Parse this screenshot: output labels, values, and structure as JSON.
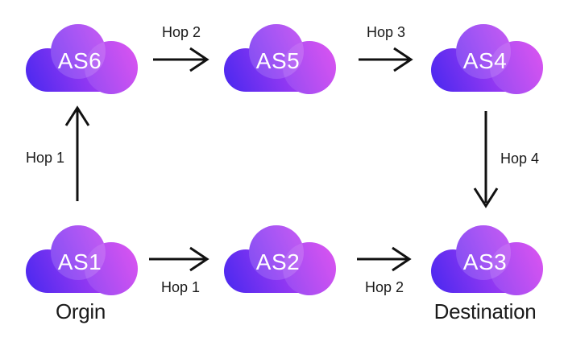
{
  "diagram": {
    "type": "network-hop-diagram",
    "nodes": [
      {
        "id": "AS6",
        "label": "AS6",
        "position": "top-left"
      },
      {
        "id": "AS5",
        "label": "AS5",
        "position": "top-center"
      },
      {
        "id": "AS4",
        "label": "AS4",
        "position": "top-right"
      },
      {
        "id": "AS1",
        "label": "AS1",
        "position": "bottom-left",
        "caption": "Orgin"
      },
      {
        "id": "AS2",
        "label": "AS2",
        "position": "bottom-center"
      },
      {
        "id": "AS3",
        "label": "AS3",
        "position": "bottom-right",
        "caption": "Destination"
      }
    ],
    "edges": [
      {
        "from": "AS1",
        "to": "AS6",
        "label": "Hop 1",
        "direction": "up"
      },
      {
        "from": "AS6",
        "to": "AS5",
        "label": "Hop 2",
        "direction": "right"
      },
      {
        "from": "AS5",
        "to": "AS4",
        "label": "Hop 3",
        "direction": "right"
      },
      {
        "from": "AS4",
        "to": "AS3",
        "label": "Hop 4",
        "direction": "down"
      },
      {
        "from": "AS1",
        "to": "AS2",
        "label": "Hop 1",
        "direction": "right"
      },
      {
        "from": "AS2",
        "to": "AS3",
        "label": "Hop 2",
        "direction": "right"
      }
    ],
    "colors": {
      "cloud_gradient_start": "#4828EF",
      "cloud_gradient_mid": "#9238F2",
      "cloud_gradient_end": "#DB42EF",
      "cloud_label": "#ffffff",
      "arrow": "#111111",
      "text": "#1a1a1a",
      "background": "#ffffff"
    }
  }
}
